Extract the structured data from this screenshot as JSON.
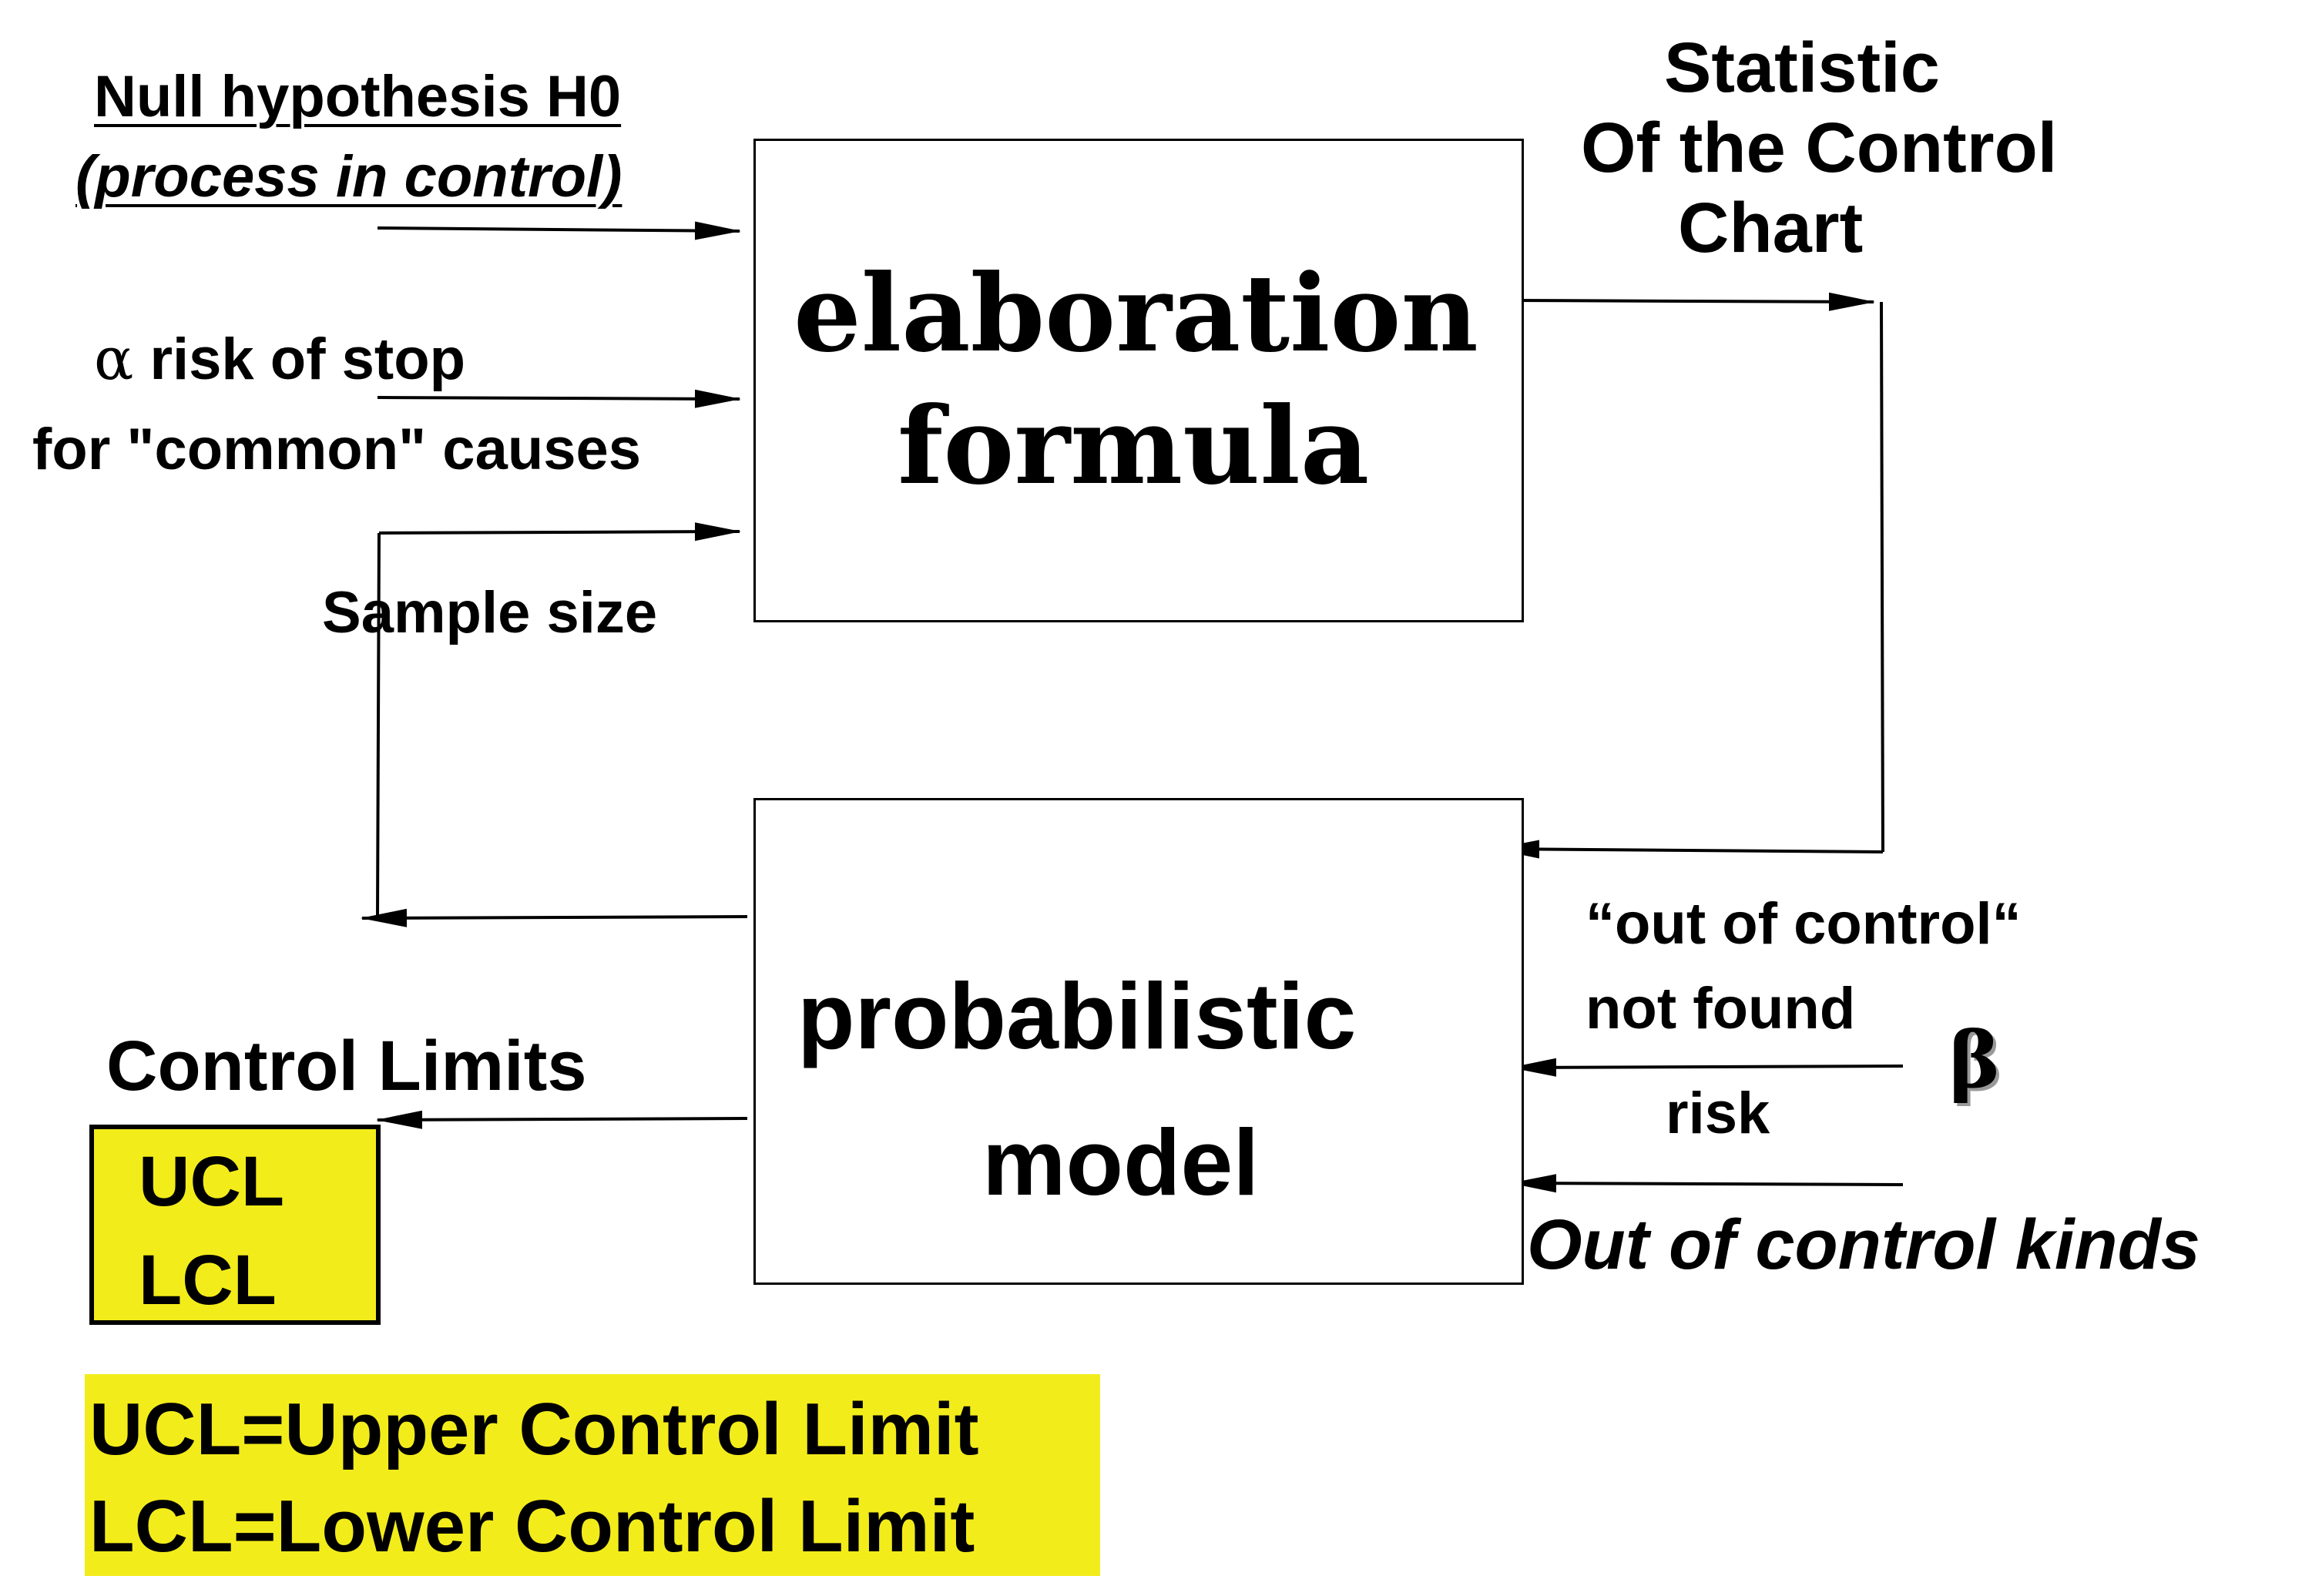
{
  "colors": {
    "highlight": "#f3ec1b",
    "line": "#000000",
    "background": "#ffffff"
  },
  "inputs": {
    "null_hypothesis": "Null hypothesis H0",
    "process_in_control": "(process in control)",
    "alpha_symbol": "α",
    "alpha_risk": "risk of stop",
    "common_causes": "for \"common\" causes",
    "sample_size": "Sample size"
  },
  "boxes": {
    "elaboration_line1": "elaboration",
    "elaboration_line2": "formula",
    "probabilistic_line1": "probabilistic",
    "probabilistic_line2": "model"
  },
  "statistic": {
    "line1": "Statistic",
    "line2": "Of the Control",
    "line3": "Chart"
  },
  "beta": {
    "out_of_control": "“out of control“",
    "not_found": "not found",
    "symbol": "β",
    "risk": "risk",
    "kinds": "Out of control kinds"
  },
  "outputs": {
    "control_limits": "Control Limits",
    "ucl": "UCL",
    "lcl": "LCL"
  },
  "legend": {
    "ucl_def": "UCL=Upper Control Limit",
    "lcl_def": "LCL=Lower Control Limit"
  }
}
